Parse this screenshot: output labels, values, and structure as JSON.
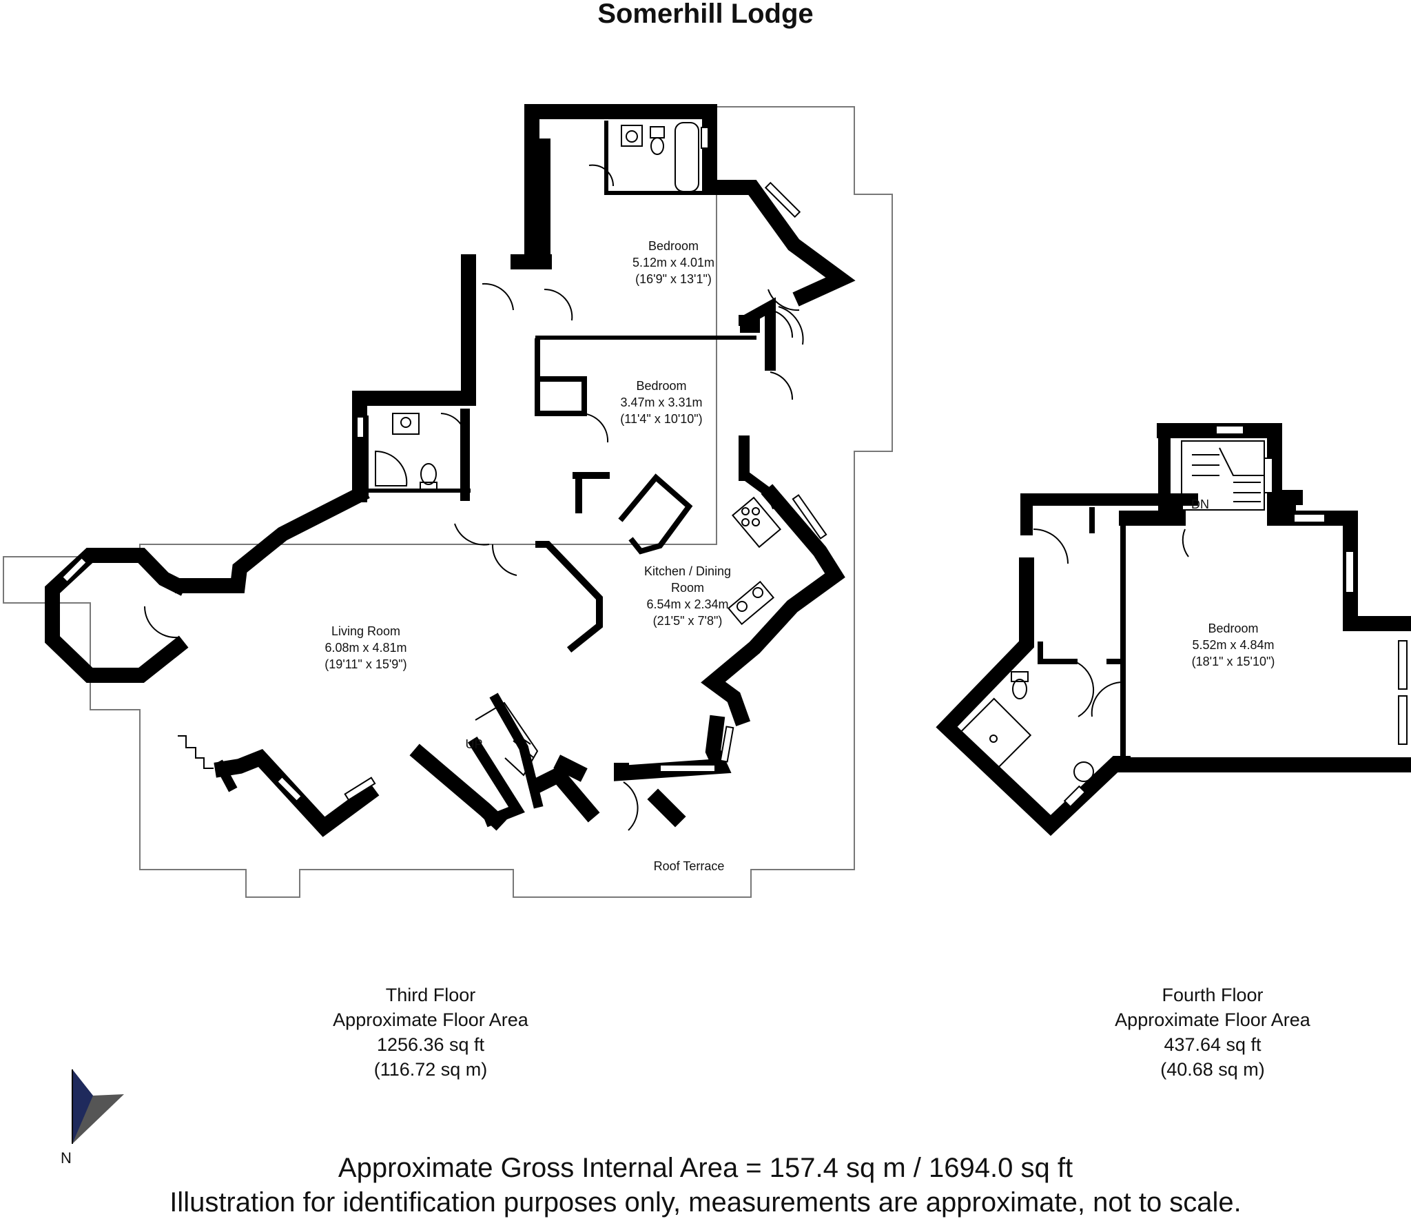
{
  "title": "Somerhill Lodge",
  "rooms": {
    "bedroom1": {
      "name": "Bedroom",
      "metric": "5.12m x 4.01m",
      "imperial": "(16'9\" x 13'1\")"
    },
    "bedroom2": {
      "name": "Bedroom",
      "metric": "3.47m x 3.31m",
      "imperial": "(11'4\" x 10'10\")"
    },
    "kitchen": {
      "name_line1": "Kitchen / Dining",
      "name_line2": "Room",
      "metric": "6.54m x 2.34m",
      "imperial": "(21'5\" x 7'8\")"
    },
    "living": {
      "name": "Living Room",
      "metric": "6.08m x 4.81m",
      "imperial": "(19'11\" x 15'9\")"
    },
    "bedroom3": {
      "name": "Bedroom",
      "metric": "5.52m x 4.84m",
      "imperial": "(18'1\" x 15'10\")"
    }
  },
  "labels": {
    "up": "UP",
    "dn": "DN",
    "roof_terrace": "Roof Terrace",
    "north": "N"
  },
  "floors": {
    "third": {
      "name": "Third Floor",
      "area_label": "Approximate Floor Area",
      "sqft": "1256.36 sq ft",
      "sqm": "(116.72 sq m)"
    },
    "fourth": {
      "name": "Fourth Floor",
      "area_label": "Approximate Floor Area",
      "sqft": "437.64 sq ft",
      "sqm": "(40.68 sq m)"
    }
  },
  "footer": {
    "gross_area": "Approximate Gross Internal Area = 157.4 sq m / 1694.0 sq ft",
    "disclaimer": "Illustration for identification purposes only, measurements are approximate, not to scale."
  },
  "colors": {
    "wall": "#000000",
    "outline": "#777777",
    "compass_blue": "#1f2a5c",
    "compass_grey": "#555555"
  }
}
